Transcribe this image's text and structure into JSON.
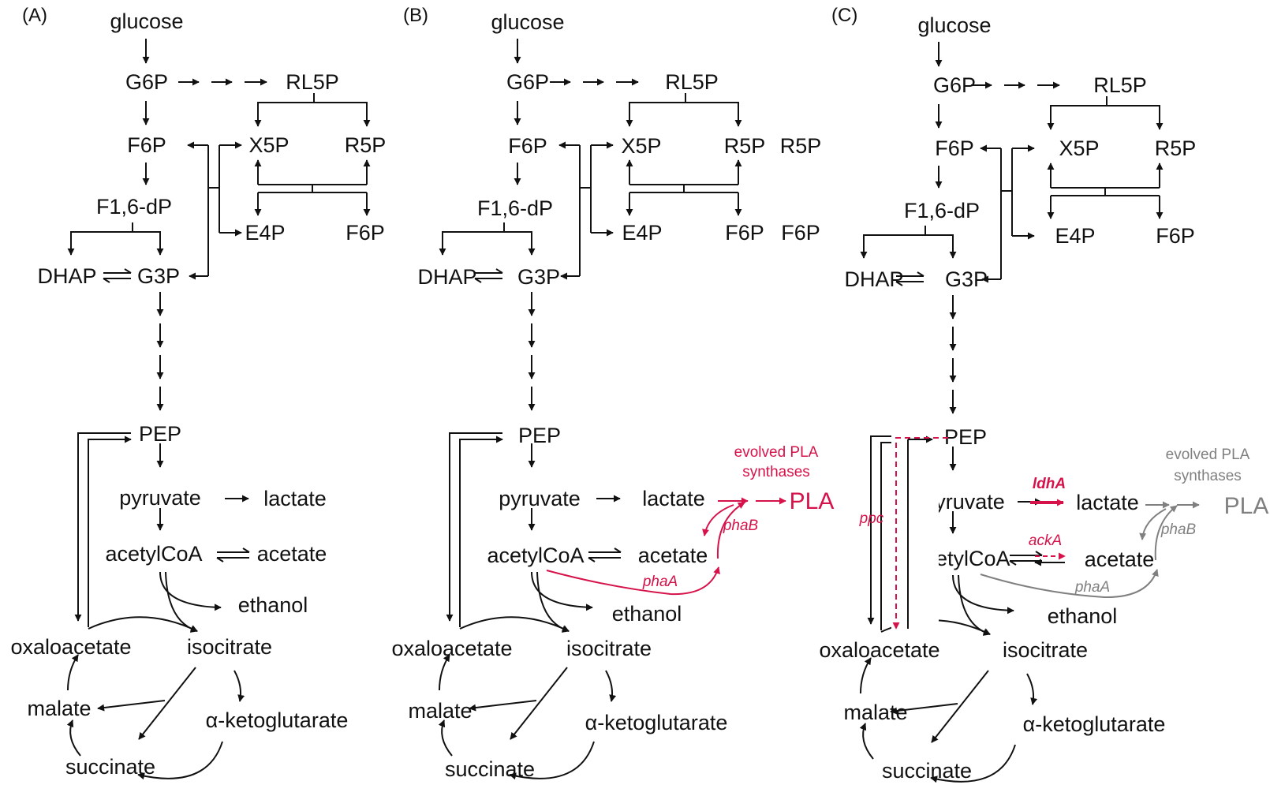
{
  "panels": [
    {
      "tag": "(A)",
      "labels": {
        "glucose": "glucose",
        "g6p": "G6P",
        "rl5p": "RL5P",
        "f6p": "F6P",
        "x5p": "X5P",
        "r5p": "R5P",
        "f16dp": "F1,6-dP",
        "e4p": "E4P",
        "f6p2": "F6P",
        "dhap": "DHAP",
        "g3p": "G3P",
        "pep": "PEP",
        "pyruvate": "pyruvate",
        "lactate": "lactate",
        "acetylcoa": "acetylCoA",
        "acetate": "acetate",
        "ethanol": "ethanol",
        "oxaloacetate": "oxaloacetate",
        "isocitrate": "isocitrate",
        "malate": "malate",
        "akg": "α-ketoglutarate",
        "succinate": "succinate"
      }
    },
    {
      "tag": "(B)",
      "labels": {
        "glucose": "glucose",
        "g6p": "G6P",
        "rl5p": "RL5P",
        "f6p": "F6P",
        "x5p": "X5P",
        "r5p": "R5P",
        "f16dp": "F1,6-dP",
        "e4p": "E4P",
        "f6p2": "F6P",
        "dhap": "DHAP",
        "g3p": "G3P",
        "pep": "PEP",
        "pyruvate": "pyruvate",
        "lactate": "lactate",
        "acetylcoa": "acetylCoA",
        "acetate": "acetate",
        "ethanol": "ethanol",
        "oxaloacetate": "oxaloacetate",
        "isocitrate": "isocitrate",
        "malate": "malate",
        "akg": "α-ketoglutarate",
        "succinate": "succinate",
        "r5p_extra": "R5P",
        "f6p_extra": "F6P"
      },
      "engineered": {
        "synthase_line1": "evolved PLA",
        "synthase_line2": "synthases",
        "product": "PLA",
        "phaB": "phaB",
        "phaA": "phaA"
      }
    },
    {
      "tag": "(C)",
      "labels": {
        "glucose": "glucose",
        "g6p": "G6P",
        "rl5p": "RL5P",
        "f6p": "F6P",
        "x5p": "X5P",
        "r5p": "R5P",
        "f16dp": "F1,6-dP",
        "e4p": "E4P",
        "f6p2": "F6P",
        "dhap": "DHAP",
        "g3p": "G3P",
        "pep": "PEP",
        "pyruvate": "pyruvate",
        "lactate": "lactate",
        "acetylcoa": "acetylCoA",
        "acetate": "acetate",
        "ethanol": "ethanol",
        "oxaloacetate": "oxaloacetate",
        "isocitrate": "isocitrate",
        "malate": "malate",
        "akg": "α-ketoglutarate",
        "succinate": "succinate"
      },
      "engineered": {
        "synthase_line1": "evolved PLA",
        "synthase_line2": "synthases",
        "product": "PLA",
        "phaB": "phaB",
        "phaA": "phaA",
        "ldhA": "ldhA",
        "ackA": "ackA",
        "ppc": "ppc"
      }
    }
  ],
  "colors": {
    "black": "#111111",
    "highlight_red": "#d6124a",
    "muted_gray": "#808080"
  }
}
